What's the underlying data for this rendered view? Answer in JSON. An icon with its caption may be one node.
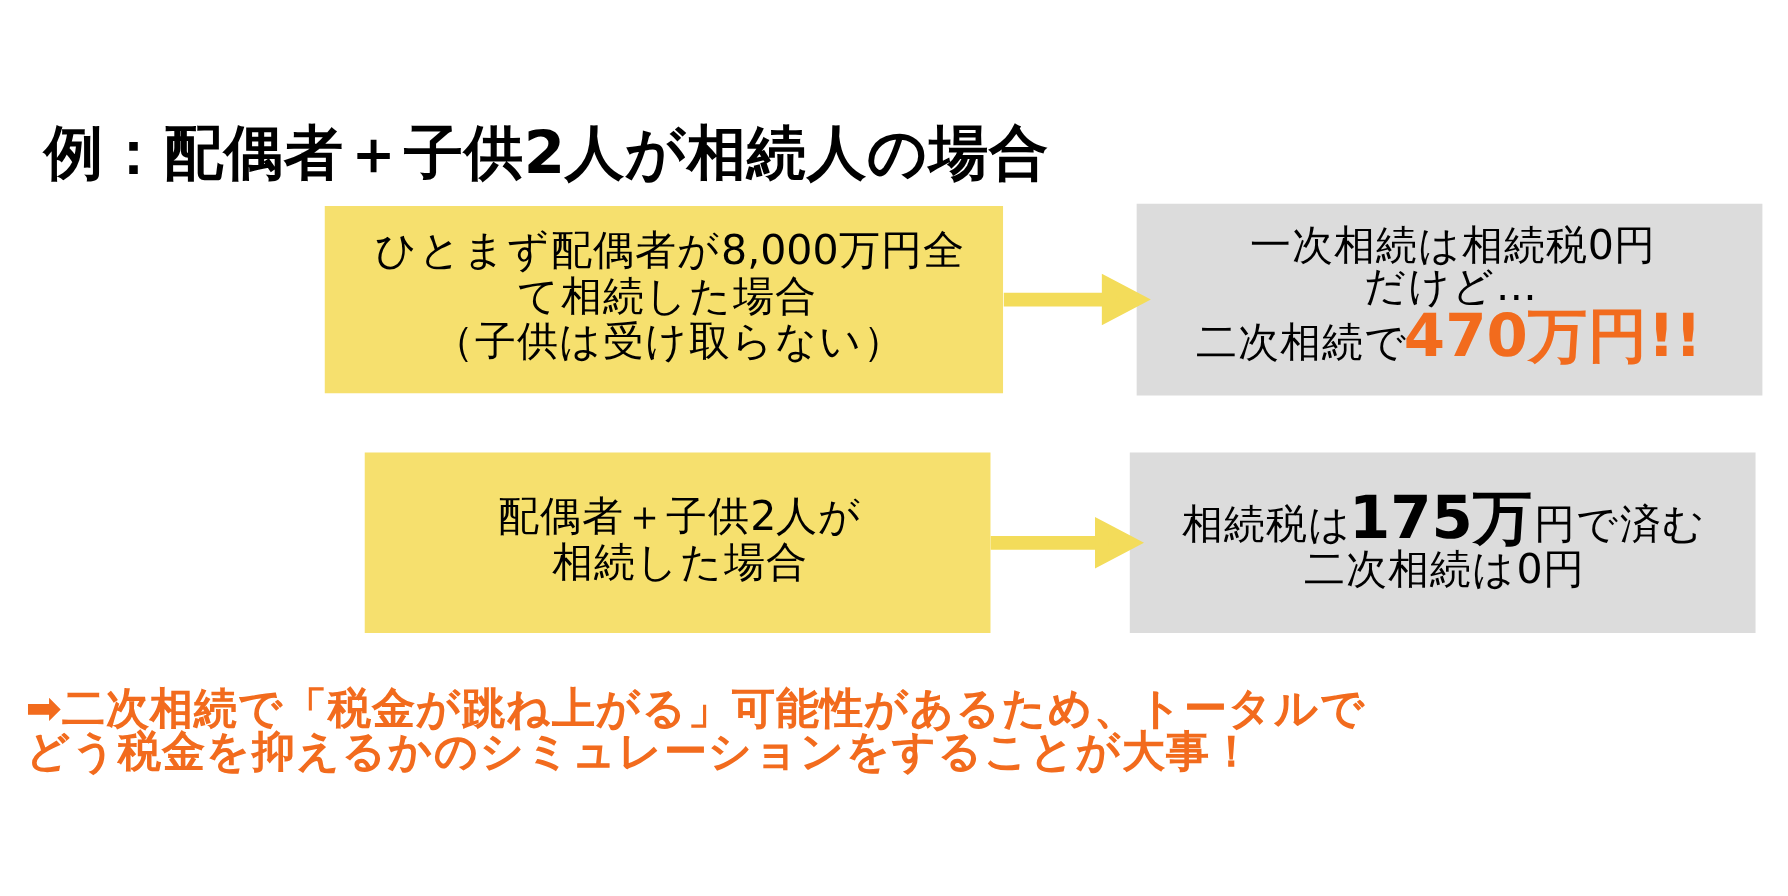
{
  "diagram": {
    "title": "例：配偶者＋子供2人が相続人の場合",
    "nodes": [
      {
        "text": [
          "ひとまず配偶者が8,000万円全て相続した場合",
          "（子供は受け取らない）"
        ]
      },
      {
        "text": [
          "一次相続は相続税0円だけど…",
          "二次相続で**470万円!!**"
        ]
      },
      {
        "text": [
          "配偶者＋子供2人が相続した場合"
        ]
      },
      {
        "text": [
          "相続税は**175万**円で済む二次相続は0円"
        ]
      }
    ],
    "edges": [
      {
        "from": 0,
        "to": 1,
        "arrow": "to"
      },
      {
        "from": 2,
        "to": 3,
        "arrow": "to"
      }
    ],
    "labels": [
      "➡二次相続で「税金が跳ね上がる」可能性があるため、トータルでどう税金を抑えるかのシミュレーションをすることが大事！"
    ]
  }
}
